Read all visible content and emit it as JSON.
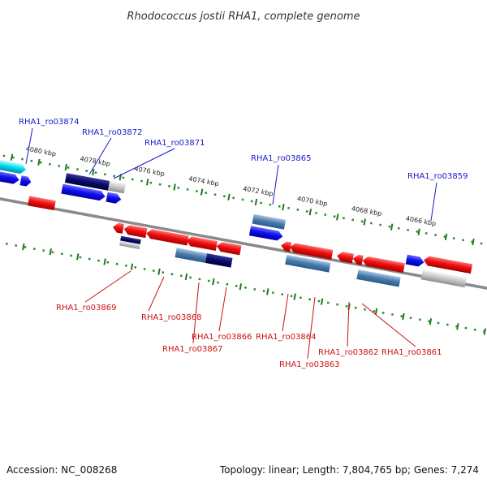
{
  "title": "Rhodococcus jostii RHA1, complete genome",
  "footer": {
    "accession": "Accession: NC_008268",
    "topology": "Topology: linear; Length: 7,804,765 bp; Genes: 7,274"
  },
  "colors": {
    "forward_label": "#1a1acc",
    "reverse_label": "#cc1111",
    "backbone": "#8a8a8a",
    "tick_dots": "#2a8a2a",
    "tick_major": "#1f7a1f"
  },
  "ruler_labels": [
    "4080 kbp",
    "4078 kbp",
    "4076 kbp",
    "4074 kbp",
    "4072 kbp",
    "4070 kbp",
    "4068 kbp",
    "4066 kbp"
  ],
  "forward_genes": [
    "RHA1_ro03874",
    "RHA1_ro03872",
    "RHA1_ro03871",
    "RHA1_ro03865",
    "RHA1_ro03859"
  ],
  "reverse_genes": [
    "RHA1_ro03869",
    "RHA1_ro03868",
    "RHA1_ro03867",
    "RHA1_ro03866",
    "RHA1_ro03864",
    "RHA1_ro03863",
    "RHA1_ro03862",
    "RHA1_ro03861"
  ]
}
